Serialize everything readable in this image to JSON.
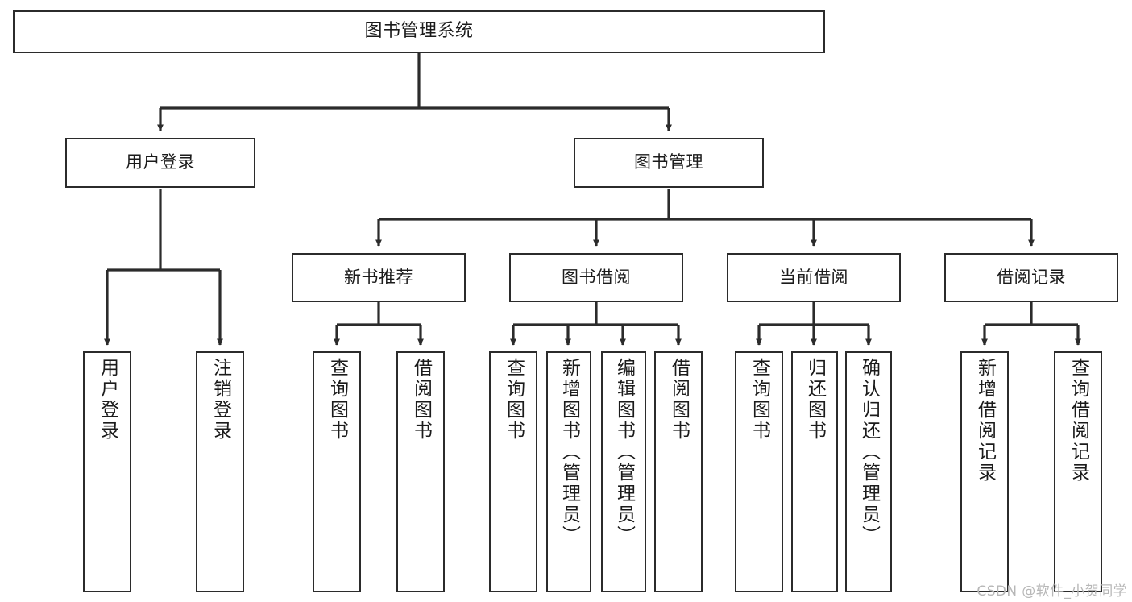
{
  "diagram": {
    "type": "tree",
    "title": "图书管理系统",
    "orientation": "top-down",
    "colors": {
      "box_stroke": "#2b2b2b",
      "box_fill": "#ffffff",
      "connector": "#2b2b2b",
      "background": "#ffffff",
      "watermark": "#b7b7b7"
    },
    "levels": {
      "root": {
        "label": "图书管理系统"
      },
      "level2": [
        {
          "label": "用户登录"
        },
        {
          "label": "图书管理"
        }
      ],
      "level3": [
        {
          "label": "新书推荐"
        },
        {
          "label": "图书借阅"
        },
        {
          "label": "当前借阅"
        },
        {
          "label": "借阅记录"
        }
      ],
      "leaves": {
        "user_login": [
          {
            "label": "用户登录"
          },
          {
            "label": "注销登录"
          }
        ],
        "new_book_recommend": [
          {
            "label": "查询图书"
          },
          {
            "label": "借阅图书"
          }
        ],
        "book_borrow": [
          {
            "label": "查询图书"
          },
          {
            "label": "新增图书（管理员）"
          },
          {
            "label": "编辑图书（管理员）"
          },
          {
            "label": "借阅图书"
          }
        ],
        "current_borrow": [
          {
            "label": "查询图书"
          },
          {
            "label": "归还图书"
          },
          {
            "label": "确认归还（管理员）"
          }
        ],
        "borrow_record": [
          {
            "label": "新增借阅记录"
          },
          {
            "label": "查询借阅记录"
          }
        ]
      }
    }
  },
  "watermark": {
    "text": "CSDN @软件_小贺同学"
  }
}
